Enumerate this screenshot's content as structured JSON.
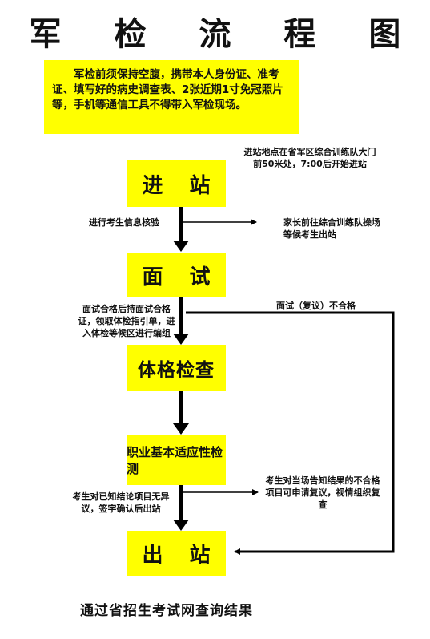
{
  "title": "军 检 流 程 图",
  "intro": "军检前须保持空腹，携带本人身份证、准考证、填写好的病史调查表、2张近期1寸免冠照片等，手机等通信工具不得带入军检现场。",
  "steps": {
    "enter": "进 站",
    "interview": "面 试",
    "physical": "体格检查",
    "aptitude": "职业基本适应性检测",
    "exit": "出 站"
  },
  "notes": {
    "location": "进站地点在省军区综合训练队大门前50米处，7:00后开始进站",
    "verify": "进行考生信息核验",
    "parents": "家长前往综合训练队操场等候考生出站",
    "pass_interview": "面试合格后持面试合格证，领取体检指引单，进入体检等候区进行编组",
    "fail_interview": "面试（复议）不合格",
    "objection": "考生对当场告知结果的不合格项目可申请复议，视情组织复查",
    "no_objection": "考生对已知结论项目无异议，签字确认后出站"
  },
  "footer": "通过省招生考试网查询结果",
  "colors": {
    "box": "#ffff00",
    "line": "#000000"
  }
}
